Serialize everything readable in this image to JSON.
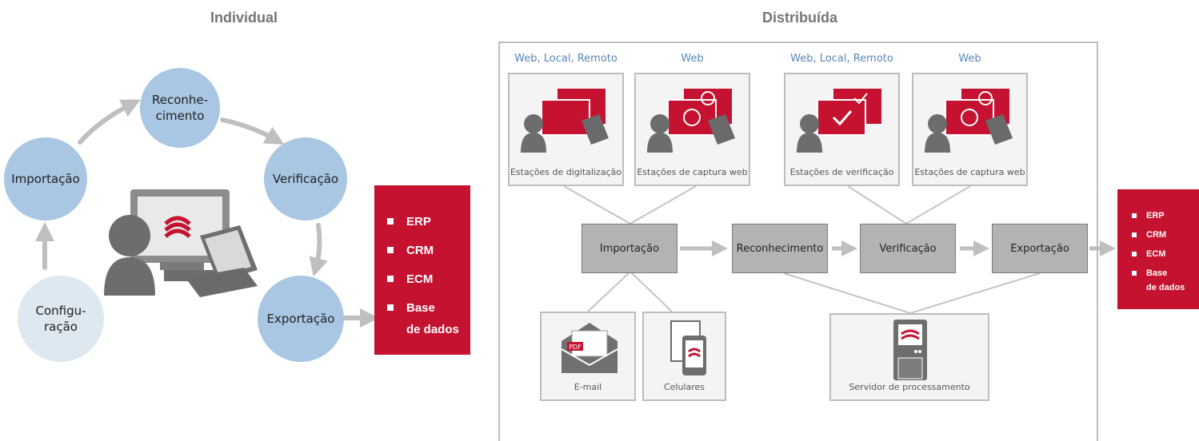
{
  "individual": {
    "title": "Individual",
    "nodes": {
      "reconhecimento": "Reconhe-\ncimento",
      "importacao": "Importação",
      "verificacao": "Verificação",
      "exportacao": "Exportação",
      "configuracao": "Configu-\nração"
    },
    "targets": [
      "ERP",
      "CRM",
      "ECM",
      "Base\nde dados"
    ]
  },
  "distributed": {
    "title": "Distribuída",
    "stations": [
      {
        "location": "Web, Local, Remoto",
        "label": "Estações de digitalização",
        "icon": "scan-station-icon"
      },
      {
        "location": "Web",
        "label": "Estações de captura web",
        "icon": "web-capture-station-icon"
      },
      {
        "location": "Web, Local, Remoto",
        "label": "Estações de verificação",
        "icon": "verification-station-icon"
      },
      {
        "location": "Web",
        "label": "Estações de captura web",
        "icon": "web-capture-station-icon"
      }
    ],
    "steps": [
      "Importação",
      "Reconhecimento",
      "Verificação",
      "Exportação"
    ],
    "sources": [
      {
        "label": "E-mail",
        "icon": "email-pdf-icon",
        "badge": "PDF"
      },
      {
        "label": "Celulares",
        "icon": "mobile-device-icon"
      }
    ],
    "server": {
      "label": "Servidor de processamento",
      "icon": "server-icon"
    },
    "targets": [
      "ERP",
      "CRM",
      "ECM",
      "Base\nde dados"
    ]
  },
  "colors": {
    "accent": "#c41230",
    "node_blue": "#a9c6e3",
    "node_light": "#dde8f1",
    "gray_box": "#b3b3b3",
    "location_blue": "#5a87b8"
  }
}
